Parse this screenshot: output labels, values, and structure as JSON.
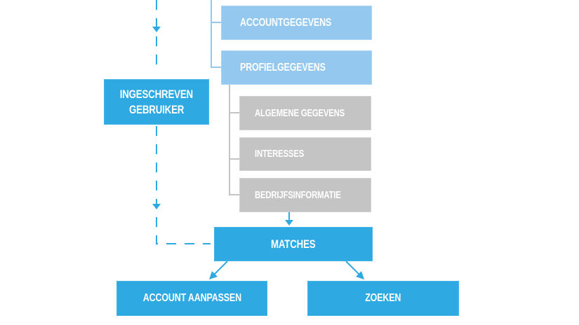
{
  "diagram": {
    "nodes": {
      "ingeschreven_gebruiker": {
        "line1": "INGESCHREVEN",
        "line2": "GEBRUIKER"
      },
      "accountgegevens": "ACCOUNTGEGEVENS",
      "profielgegevens": "PROFIELGEGEVENS",
      "algemene_gegevens": "ALGEMENE GEGEVENS",
      "interesses": "INTERESSES",
      "bedrijfsinformatie": "BEDRIJFSINFORMATIE",
      "matches": "MATCHES",
      "account_aanpassen": "ACCOUNT AANPASSEN",
      "zoeken": "ZOEKEN"
    },
    "colors": {
      "primary": "#2ea9e1",
      "light": "#94c8ee",
      "grey": "#c4c4c4",
      "connector_light": "#94c8ee",
      "connector_grey": "#c4c4c4"
    }
  }
}
